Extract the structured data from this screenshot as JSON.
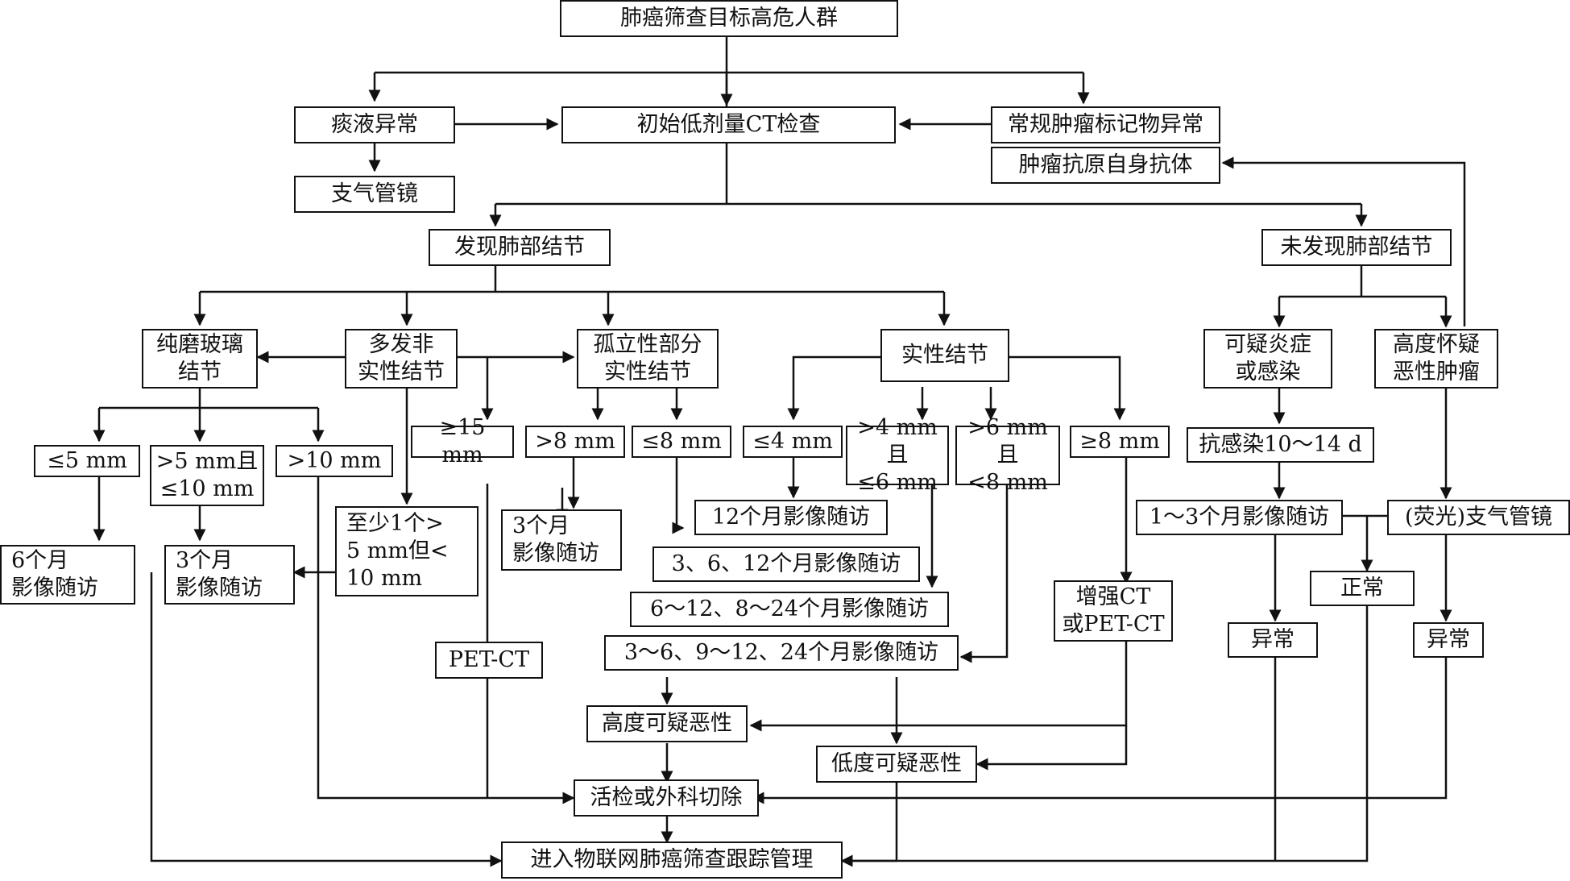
{
  "nodes": {
    "top": "肺癌筛查目标高危人群",
    "sputum": "痰液异常",
    "bronch": "支气管镜",
    "ldct": "初始低剂量CT检查",
    "marker": "常规肿瘤标记物异常",
    "antigen": "肿瘤抗原自身抗体",
    "found": "发现肺部结节",
    "notfound": "未发现肺部结节",
    "ggo": "纯磨玻璃\n结节",
    "multi": "多发非\n实性结节",
    "partsolid": "孤立性部分\n实性结节",
    "solid": "实性结节",
    "inflam": "可疑炎症\n或感染",
    "malig": "高度怀疑\n恶性肿瘤",
    "le5": "≤5 mm",
    "gt5le10": ">5 mm且\n≤10 mm",
    "gt10": ">10 mm",
    "ge15": "≥15 mm",
    "gt8": ">8 mm",
    "le8": "≤8 mm",
    "le4": "≤4 mm",
    "gt4le6": ">4 mm且\n≤6 mm",
    "gt6lt8": ">6 mm且\n<8 mm",
    "ge8": "≥8 mm",
    "anti": "抗感染10～14 d",
    "f6m": "6个月\n影像随访",
    "f3m_a": "3个月\n影像随访",
    "atleast": "至少1个>\n5 mm但<\n10 mm",
    "f3m_b": "3个月\n影像随访",
    "f12m": "12个月影像随访",
    "f3_6_12": "3、6、12个月影像随访",
    "f6_12_8_24": "6～12、8～24个月影像随访",
    "f3_6_9_12_24": "3～6、9～12、24个月影像随访",
    "enhct": "增强CT\n或PET-CT",
    "f1_3": "1～3个月影像随访",
    "fluor": "(荧光)支气管镜",
    "normal": "正常",
    "abn1": "异常",
    "abn2": "异常",
    "petct": "PET-CT",
    "highsusp": "高度可疑恶性",
    "lowsusp": "低度可疑恶性",
    "biopsy": "活检或外科切除",
    "iot": "进入物联网肺癌筛查跟踪管理"
  }
}
